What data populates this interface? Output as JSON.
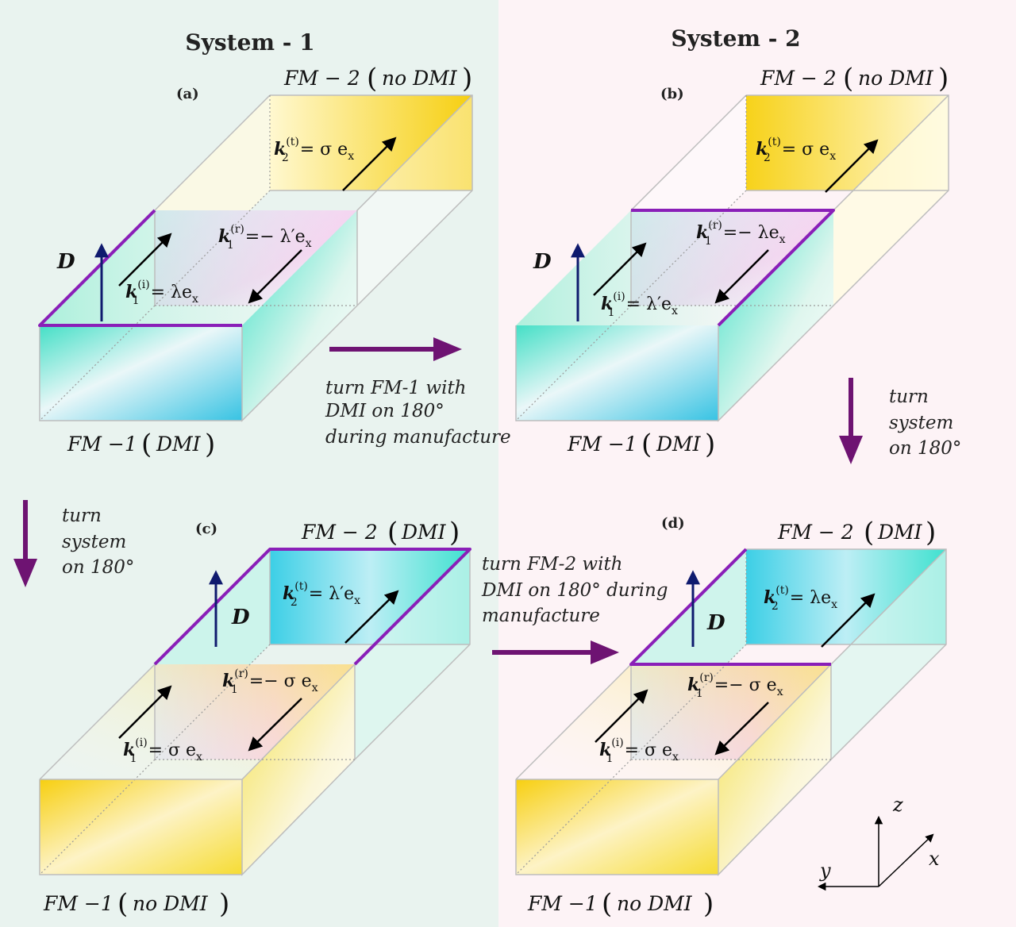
{
  "headers": {
    "system1": "System - 1",
    "system2": "System - 2"
  },
  "panels": {
    "a": {
      "label": "(a)",
      "fm2_name": "FM − 2",
      "fm2_note": "no DMI",
      "fm1_name": "FM −1",
      "fm1_note": "DMI",
      "k_t": {
        "sym": "k",
        "sub": "2",
        "sup": "(t)",
        "rhs": "= σ e",
        "rhs_sub": "x"
      },
      "k_r": {
        "sym": "k",
        "sub": "1",
        "sup": "(r)",
        "rhs": "=− λ′e",
        "rhs_sub": "x"
      },
      "k_i": {
        "sym": "k",
        "sub": "1",
        "sup": "(i)",
        "rhs": "= λe",
        "rhs_sub": "x"
      },
      "d_label": "D"
    },
    "b": {
      "label": "(b)",
      "fm2_name": "FM − 2",
      "fm2_note": "no DMI",
      "fm1_name": "FM −1",
      "fm1_note": "DMI",
      "k_t": {
        "sym": "k",
        "sub": "2",
        "sup": "(t)",
        "rhs": "= σ e",
        "rhs_sub": "x"
      },
      "k_r": {
        "sym": "k",
        "sub": "1",
        "sup": "(r)",
        "rhs": "=− λe",
        "rhs_sub": "x"
      },
      "k_i": {
        "sym": "k",
        "sub": "1",
        "sup": "(i)",
        "rhs": "= λ′e",
        "rhs_sub": "x"
      },
      "d_label": "D"
    },
    "c": {
      "label": "(c)",
      "fm2_name": "FM − 2",
      "fm2_note": "DMI",
      "fm1_name": "FM −1",
      "fm1_note": "no DMI",
      "k_t": {
        "sym": "k",
        "sub": "2",
        "sup": "(t)",
        "rhs": "= λ′e",
        "rhs_sub": "x"
      },
      "k_r": {
        "sym": "k",
        "sub": "1",
        "sup": "(r)",
        "rhs": "=− σ e",
        "rhs_sub": "x"
      },
      "k_i": {
        "sym": "k",
        "sub": "1",
        "sup": "(i)",
        "rhs": "= σ e",
        "rhs_sub": "x"
      },
      "d_label": "D"
    },
    "d": {
      "label": "(d)",
      "fm2_name": "FM − 2",
      "fm2_note": "DMI",
      "fm1_name": "FM −1",
      "fm1_note": "no DMI",
      "k_t": {
        "sym": "k",
        "sub": "2",
        "sup": "(t)",
        "rhs": "= λe",
        "rhs_sub": "x"
      },
      "k_r": {
        "sym": "k",
        "sub": "1",
        "sup": "(r)",
        "rhs": "=− σ e",
        "rhs_sub": "x"
      },
      "k_i": {
        "sym": "k",
        "sub": "1",
        "sup": "(i)",
        "rhs": "= σ e",
        "rhs_sub": "x"
      },
      "d_label": "D"
    }
  },
  "annotations": {
    "ab": [
      "turn FM-1 with",
      "DMI on 180°",
      "during manufacture"
    ],
    "bd": [
      "turn",
      "system",
      "on 180°"
    ],
    "ac": [
      "turn",
      "system",
      "on 180°"
    ],
    "cd": [
      "turn FM-2 with",
      "DMI on 180° during",
      "manufacture"
    ]
  },
  "axes": {
    "x": "x",
    "y": "y",
    "z": "z"
  },
  "colors": {
    "left_background": "#e9f3ef",
    "right_background": "#fdf3f6",
    "dmi_edge": "#8a1fb8",
    "d_vector": "#0f1a6e",
    "process_arrow": "#6e1372",
    "fm_dmi_layer": "#3fd2e6",
    "fm_no_dmi_layer": "#f6d21c",
    "interface": "#f1c6ec"
  }
}
